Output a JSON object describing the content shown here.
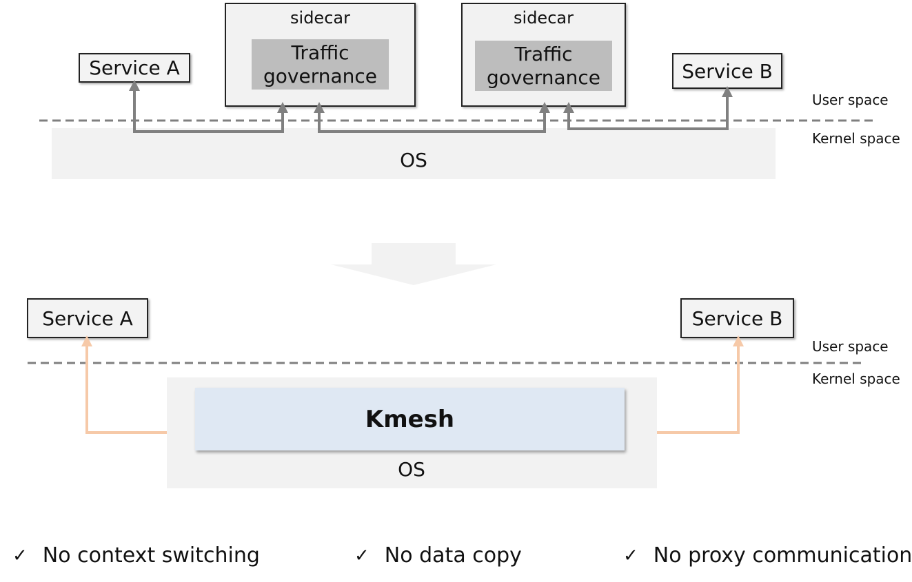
{
  "top": {
    "service_a": "Service A",
    "service_b": "Service B",
    "sidecar_left": {
      "title": "sidecar",
      "traffic_line1": "Traffic",
      "traffic_line2": "governance"
    },
    "sidecar_right": {
      "title": "sidecar",
      "traffic_line1": "Traffic",
      "traffic_line2": "governance"
    },
    "os": "OS",
    "user_space": "User space",
    "kernel_space": "Kernel space"
  },
  "bottom": {
    "service_a": "Service A",
    "service_b": "Service B",
    "kmesh": "Kmesh",
    "os": "OS",
    "user_space": "User space",
    "kernel_space": "Kernel space"
  },
  "benefits": [
    {
      "check": "✓",
      "text": "No context switching"
    },
    {
      "check": "✓",
      "text": "No data copy"
    },
    {
      "check": "✓",
      "text": "No proxy communication"
    }
  ],
  "colors": {
    "sidecar_path": "#808080",
    "kmesh_path": "#f6c9a8",
    "dashed_line": "#7f7f7f"
  }
}
